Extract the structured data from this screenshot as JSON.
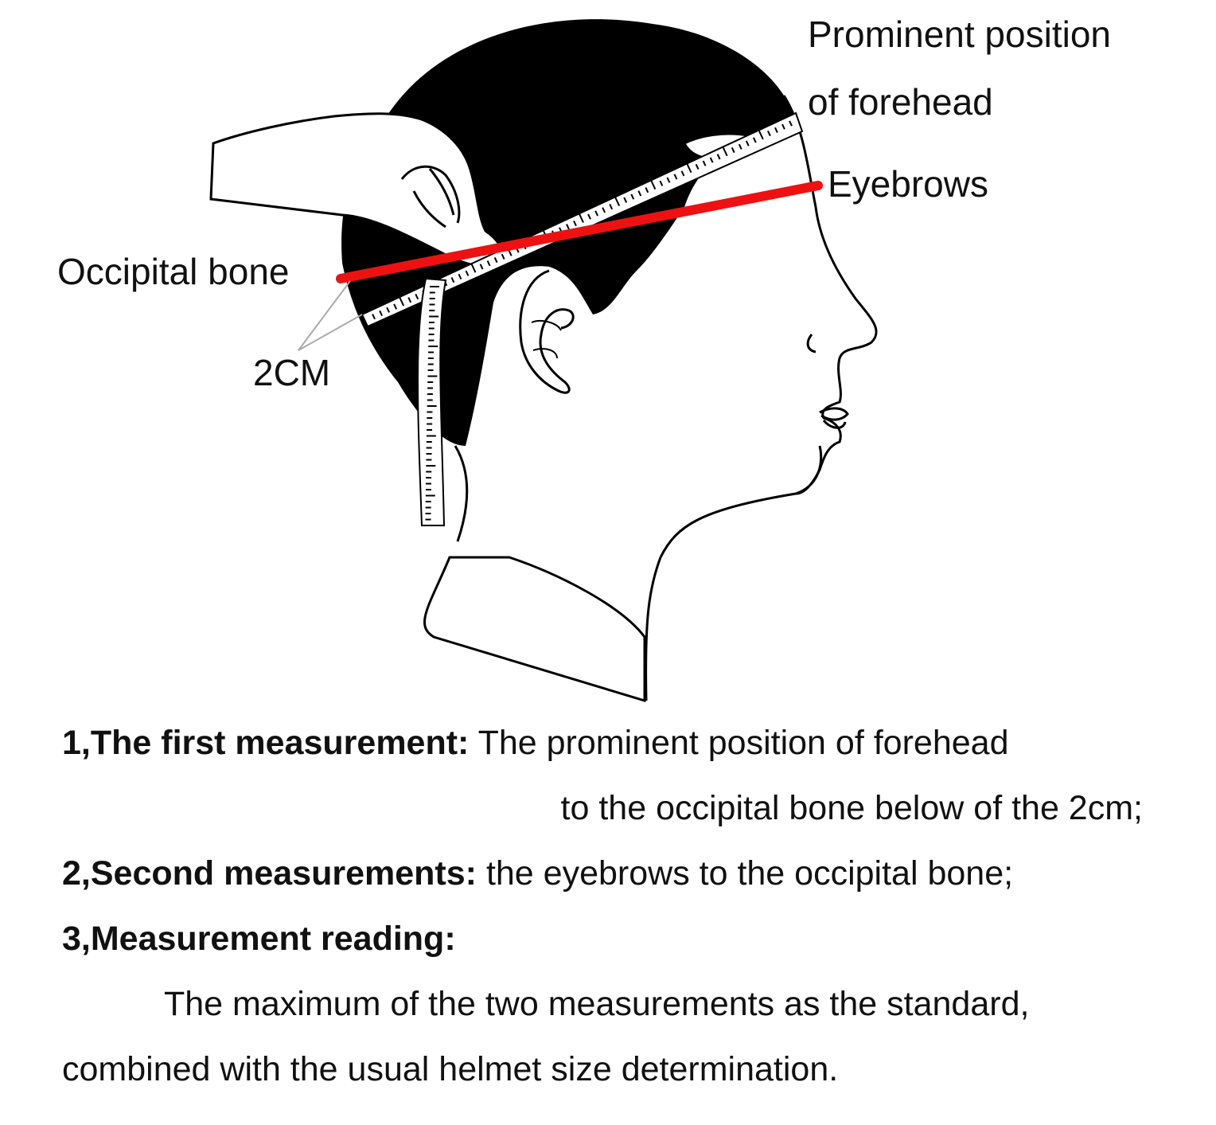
{
  "labels": {
    "forehead_line1": "Prominent position",
    "forehead_line2": "of forehead",
    "eyebrows": "Eyebrows",
    "occipital": "Occipital bone",
    "offset": "2CM"
  },
  "instructions": {
    "step1_title": "1,The first measurement:",
    "step1_text": "The prominent position of forehead",
    "step1_text_cont": "to the occipital bone below of the 2cm;",
    "step2_title": "2,Second measurements:",
    "step2_text": "the eyebrows to the occipital bone;",
    "step3_title": "3,Measurement reading:",
    "step3_text": "The maximum of the two measurements as the standard,",
    "step3_text_cont": "combined with the usual helmet size determination."
  },
  "colors": {
    "measure_line": "#ee1111",
    "hair": "#000000",
    "outline": "#000000",
    "tape": "#ffffff",
    "pointer": "#aaaaaa"
  }
}
